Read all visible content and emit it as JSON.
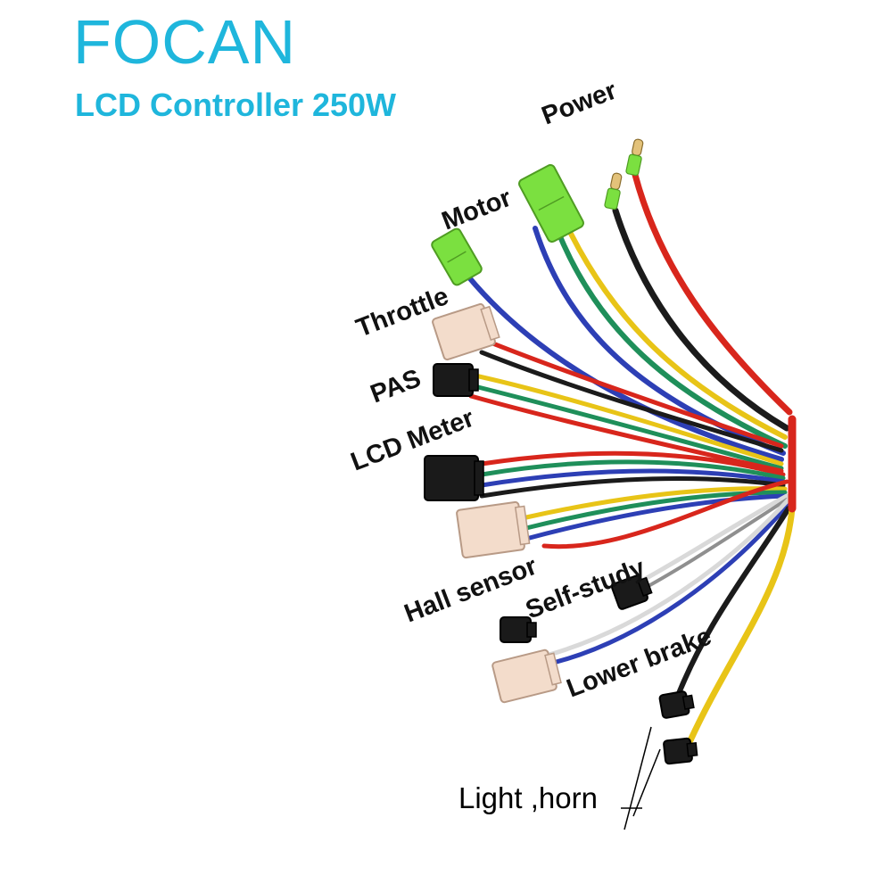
{
  "brand": "FOCAN",
  "subtitle": "LCD Controller 250W",
  "accent_color": "#1fb6dc",
  "wire_colors": {
    "red": "#d8261c",
    "black": "#1b1b1b",
    "yellow": "#e8c417",
    "green": "#1f8f5a",
    "blue": "#2d3fb5",
    "white": "#d9d9d9",
    "gray": "#8f8f8f"
  },
  "connector_colors": {
    "green_terminal": "#7be040",
    "white_plug": "#f3dccb",
    "black_plug": "#1a1a1a"
  },
  "labels": {
    "power": "Power",
    "motor": "Motor",
    "throttle": "Throttle",
    "pas": "PAS",
    "lcd_meter": "LCD Meter",
    "hall_sensor": "Hall sensor",
    "self_study": "Self-study",
    "lower_brake": "Lower brake",
    "light_horn": "Light ,horn"
  }
}
